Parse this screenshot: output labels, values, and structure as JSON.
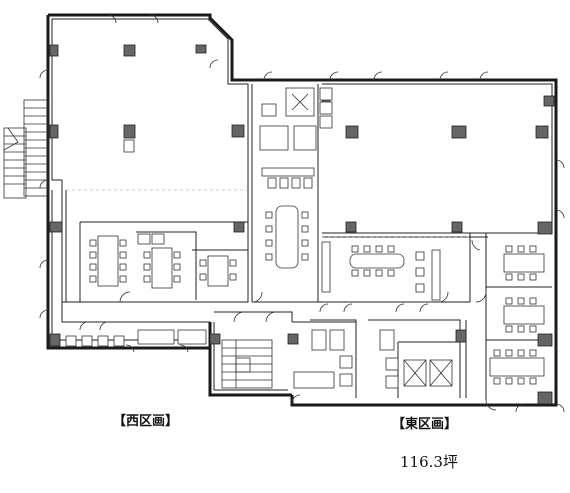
{
  "labels": {
    "west": "【西区画】",
    "east": "【東区画】",
    "area": "116.3坪"
  },
  "colors": {
    "wall": "#1a1a1a",
    "wall_fill": "#777777",
    "column": "#555555",
    "line": "#222222",
    "floor": "#ffffff"
  }
}
